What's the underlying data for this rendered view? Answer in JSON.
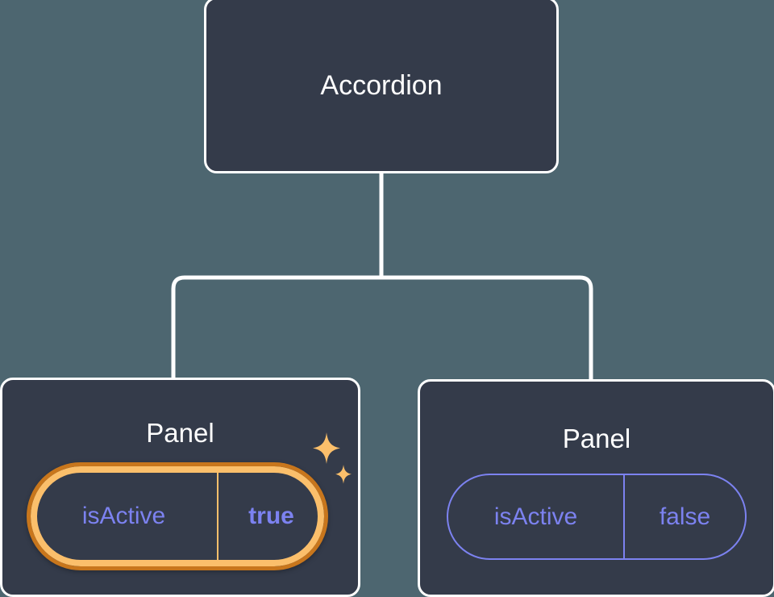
{
  "theme": {
    "background": "#4d6670",
    "card_fill": "#343b4a",
    "card_border": "#ffffff",
    "accent_purple": "#7c82f0",
    "highlight_outer": "#c8761c",
    "highlight_inner": "#fbbf6b",
    "title_color": "#ffffff"
  },
  "tree": {
    "root": {
      "title": "Accordion"
    },
    "children": [
      {
        "title": "Panel",
        "highlighted": true,
        "prop": {
          "key": "isActive",
          "value": "true",
          "value_bold": true
        },
        "decoration": "sparkles-icon"
      },
      {
        "title": "Panel",
        "highlighted": false,
        "prop": {
          "key": "isActive",
          "value": "false",
          "value_bold": false
        }
      }
    ]
  }
}
